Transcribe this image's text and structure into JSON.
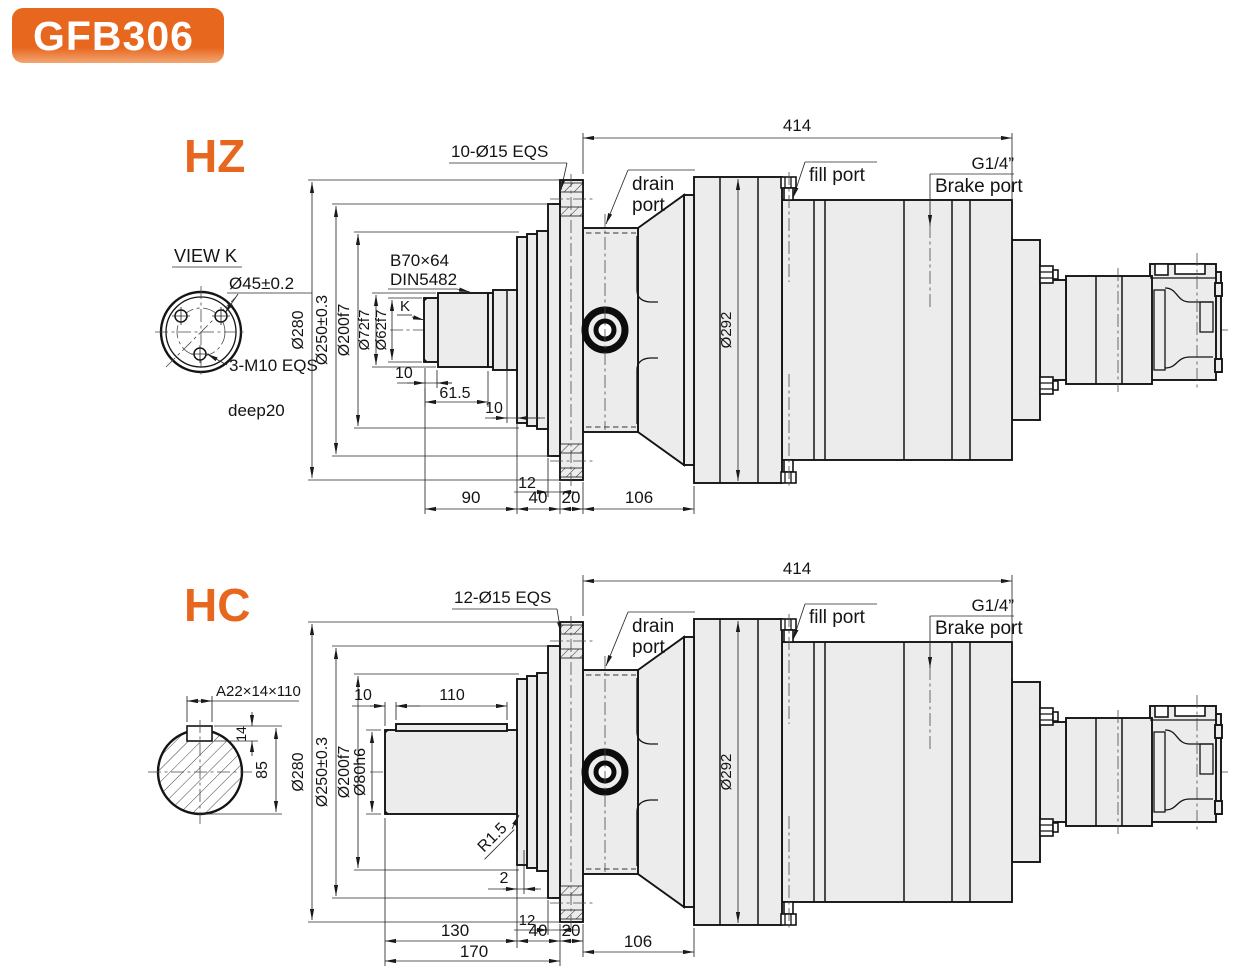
{
  "badge": {
    "label": "GFB306",
    "color": "#e8671f"
  },
  "hz": {
    "title": "HZ",
    "view_k": {
      "title": "VIEW K",
      "bolt_circle_dia": "Ø45±0.2",
      "holes": "3-M10 EQS",
      "depth": "deep20"
    },
    "labels": {
      "flange_holes": "10-Ø15 EQS",
      "spline_size": "B70×64",
      "spline_standard": "DIN5482",
      "view_arrow": "K",
      "drain_1": "drain",
      "drain_2": "port",
      "fill_port": "fill port",
      "brake_thread": "G1/4”",
      "brake_port": "Brake port"
    },
    "dims": {
      "overall_length": "414",
      "flange_od": "Ø280",
      "pilot_dia": "Ø250±0.3",
      "spigot_dia": "Ø200f7",
      "spline_major": "Ø72f7",
      "tip_dia": "Ø62f7",
      "ring_dia": "Ø292",
      "tip_len": "10",
      "spline_len": "61.5",
      "collar_len": "10",
      "shaft_len": "90",
      "pilot_depth": "12",
      "step_len": "40",
      "flange_thk": "20",
      "bell_len": "106"
    }
  },
  "hc": {
    "title": "HC",
    "shaft_view": {
      "key_spec": "A22×14×110",
      "key_depth": "14",
      "flat_height": "85"
    },
    "labels": {
      "flange_holes": "12-Ø15 EQS",
      "drain_1": "drain",
      "drain_2": "port",
      "fill_port": "fill port",
      "brake_thread": "G1/4”",
      "brake_port": "Brake port"
    },
    "dims": {
      "overall_length": "414",
      "flange_od": "Ø280",
      "pilot_dia": "Ø250±0.3",
      "spigot_dia": "Ø200f7",
      "shaft_dia": "Ø80h6",
      "ring_dia": "Ø292",
      "key_offset": "10",
      "key_len": "110",
      "fillet": "R1.5",
      "step": "2",
      "shaft_len": "130",
      "total_shaft": "170",
      "pilot_depth": "12",
      "step_len": "40",
      "flange_thk": "20",
      "bell_len": "106"
    }
  }
}
